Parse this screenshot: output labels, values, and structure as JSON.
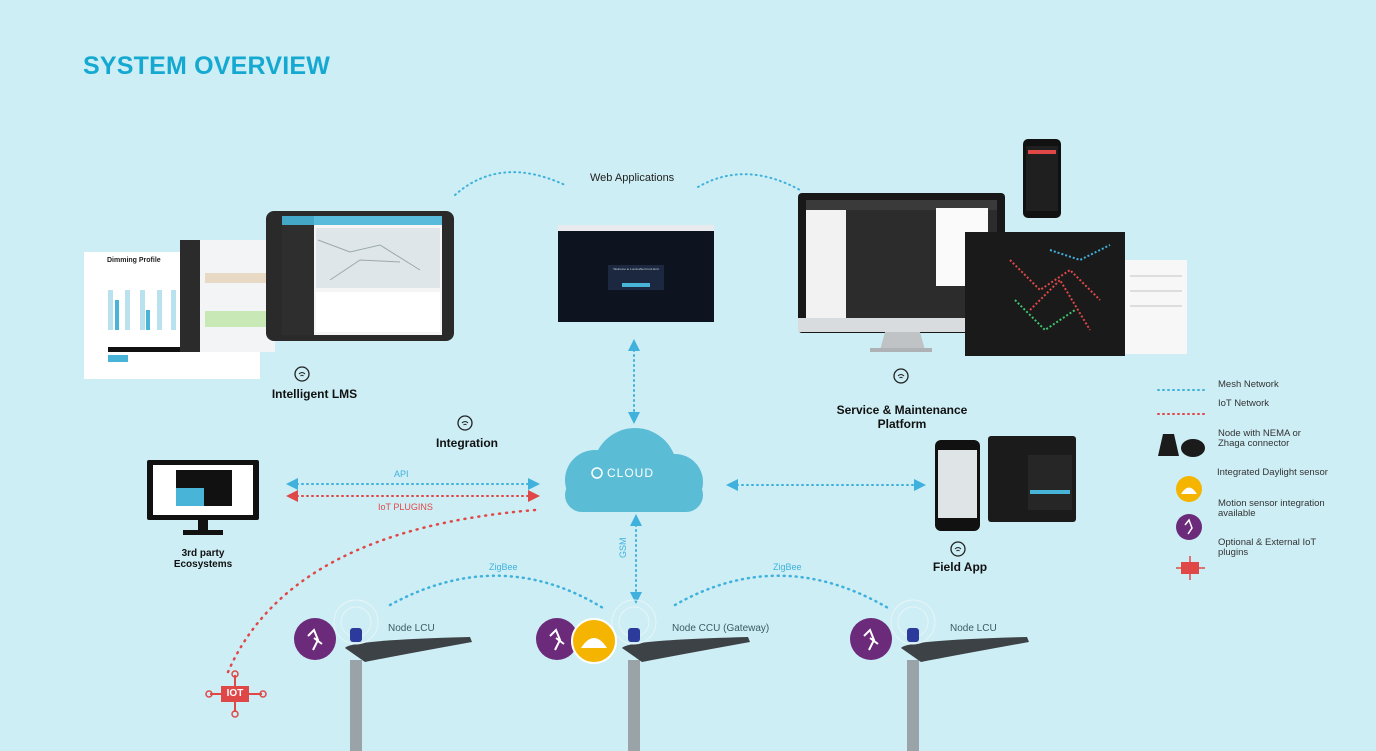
{
  "header": {
    "title": "SYSTEM OVERVIEW"
  },
  "labels": {
    "web_applications": "Web Applications",
    "intelligent_lms": "Intelligent LMS",
    "integration": "Integration",
    "service_platform_line1": "Service & Maintenance",
    "service_platform_line2": "Platform",
    "field_app": "Field App",
    "third_party_line1": "3rd party",
    "third_party_line2": "Ecosystems",
    "cloud": "CLOUD",
    "api": "API",
    "iot_plugins": "IoT PLUGINS",
    "gsm": "GSM",
    "zigbee_left": "ZigBee",
    "zigbee_right": "ZigBee",
    "node_lcu_left": "Node LCU",
    "node_ccu": "Node CCU (Gateway)",
    "node_lcu_right": "Node LCU",
    "iot_badge": "IOT"
  },
  "screens": {
    "dimming_profile_title": "Dimming Profile",
    "web_welcome": "Welcome to LuminaNet Front End"
  },
  "legend": [
    {
      "icon": "mesh-line-icon",
      "text": "Mesh Network"
    },
    {
      "icon": "iot-line-icon",
      "text": "IoT Network"
    },
    {
      "icon": "node-connector-icon",
      "text": "Node with NEMA or Zhaga connector"
    },
    {
      "icon": "daylight-sensor-icon",
      "text": "Integrated Daylight sensor"
    },
    {
      "icon": "motion-sensor-icon",
      "text": "Motion sensor integration available"
    },
    {
      "icon": "iot-plugin-icon",
      "text": "Optional & External IoT plugins"
    }
  ],
  "colors": {
    "background": "#cdeef5",
    "title": "#15a9d2",
    "cloud": "#5bbcd6",
    "mesh_line": "#3fb1dc",
    "iot_line": "#e04848",
    "motion_badge": "#6b2a7a",
    "daylight_badge": "#f5b400"
  }
}
